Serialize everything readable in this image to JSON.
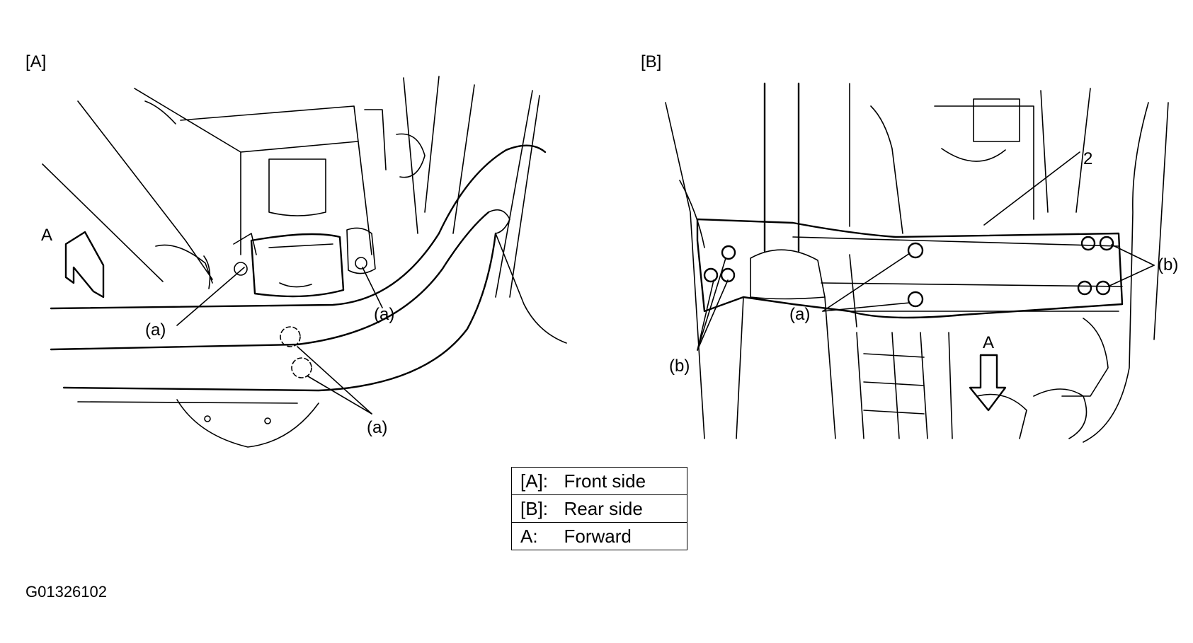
{
  "panels": {
    "front": {
      "label": "[A]"
    },
    "rear": {
      "label": "[B]"
    }
  },
  "callouts": {
    "front_a_left": "(a)",
    "front_a_right": "(a)",
    "front_a_bottom": "(a)",
    "rear_a": "(a)",
    "rear_b_left": "(b)",
    "rear_b_right": "(b)",
    "rear_part_2": "2",
    "arrow_front": "A",
    "arrow_rear": "A"
  },
  "legend": [
    {
      "key": "[A]:",
      "value": "Front side"
    },
    {
      "key": "[B]:",
      "value": "Rear side"
    },
    {
      "key": "A:",
      "value": "Forward"
    }
  ],
  "figure_id": "G01326102",
  "colors": {
    "line": "#000000",
    "background": "#ffffff"
  }
}
